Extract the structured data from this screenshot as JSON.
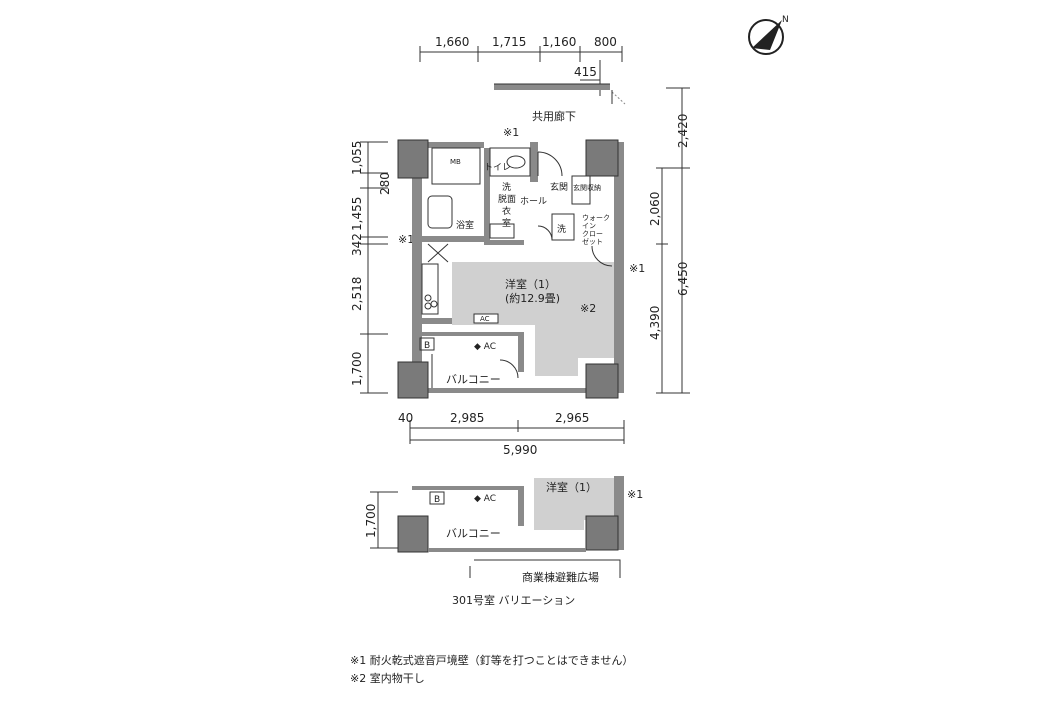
{
  "top_dims": [
    "1,660",
    "1,715",
    "1,160",
    "800"
  ],
  "top_sub_dim": "415",
  "corridor_label": "共用廊下",
  "mark_1": "※1",
  "left_dims": [
    "1,055",
    "280",
    "1,455",
    "342",
    "2,518",
    "1,700"
  ],
  "right_dims": [
    "2,420",
    "2,060",
    "6,450",
    "4,390"
  ],
  "bottom_dims": [
    "40",
    "2,985",
    "2,965"
  ],
  "bottom_total": "5,990",
  "rooms": {
    "mb": "MB",
    "toilet": "トイレ",
    "wash1": "洗",
    "dressing": "脱面",
    "dressing2": "衣",
    "dressing3": "室",
    "entrance": "玄関",
    "shoe_storage": "玄関収納",
    "hall": "ホール",
    "bath": "浴室",
    "washer": "洗",
    "walkin": [
      "ウォーク",
      "イン",
      "クロー",
      "ゼット"
    ],
    "western": "洋室（1）",
    "western_size": "(約12.9畳)",
    "mark_2": "※2",
    "ac": "AC",
    "ac2": "◆ AC",
    "box_b": "B",
    "balcony": "バルコニー"
  },
  "variation": {
    "dim": "1,700",
    "western": "洋室（1）",
    "balcony": "バルコニー",
    "plaza": "商業棟避難広場",
    "caption": "301号室 バリエーション"
  },
  "notes": [
    "※1 耐火乾式遮音戸境壁（釘等を打つことはできません）",
    "※2 室内物干し"
  ],
  "colors": {
    "wall": "#8a8a8a",
    "column": "#7a7a7a",
    "floor": "#d0d0d0",
    "line": "#333333"
  }
}
